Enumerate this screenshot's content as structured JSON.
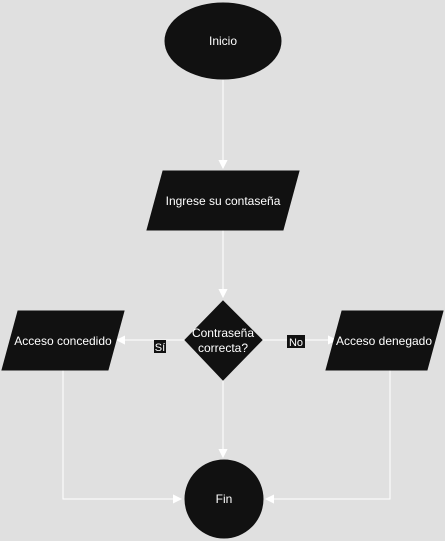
{
  "diagram": {
    "nodes": {
      "start": {
        "label": "Inicio"
      },
      "input": {
        "label": "Ingrese su contaseña"
      },
      "decision": {
        "label_line1": "Contraseña",
        "label_line2": "correcta?"
      },
      "granted": {
        "label": "Acceso concedido"
      },
      "denied": {
        "label": "Acceso denegado"
      },
      "end": {
        "label": "Fin"
      }
    },
    "edges": {
      "yes_label": "Sí",
      "no_label": "No"
    }
  },
  "colors": {
    "background": "#e0e0e0",
    "shape_fill": "#111111",
    "text": "#ffffff",
    "edge": "#ffffff"
  }
}
